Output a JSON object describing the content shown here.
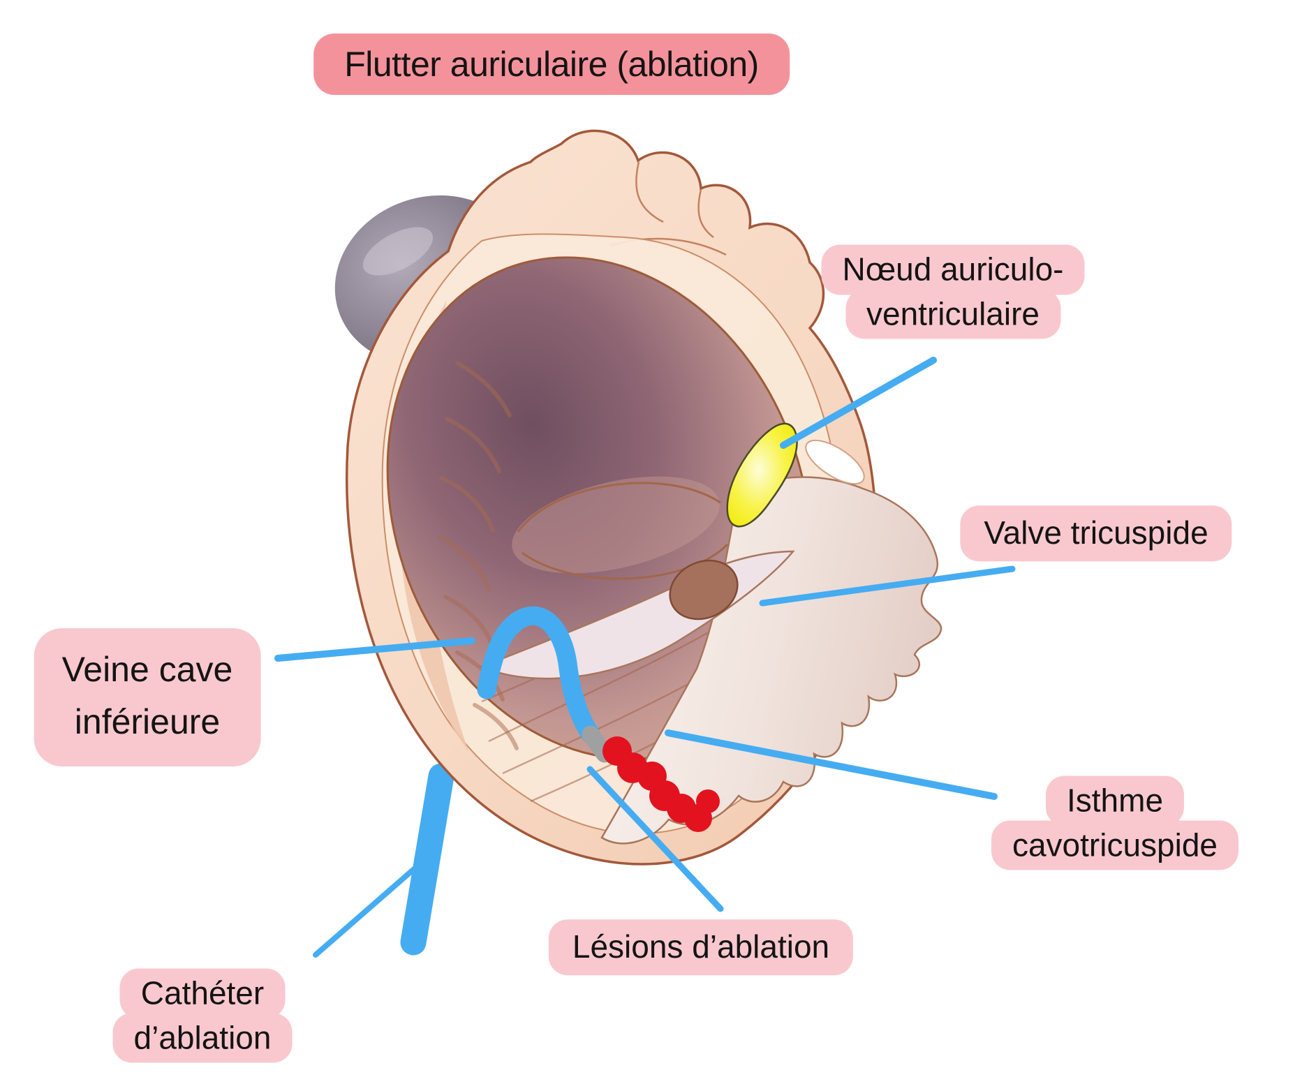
{
  "title": {
    "text": "Flutter auriculaire (ablation)"
  },
  "labels": {
    "av_node": {
      "line1": "Nœud auriculo-",
      "line2": "ventriculaire"
    },
    "tricuspid_valve": {
      "text": "Valve tricuspide"
    },
    "inferior_vena_cava": {
      "text": "Veine cave\ninférieure"
    },
    "cavotricuspid_isthmus": {
      "line1": "Isthme",
      "line2": "cavotricuspide"
    },
    "ablation_lesions": {
      "text": "Lésions d’ablation"
    },
    "ablation_catheter": {
      "line1": "Cathéter",
      "line2": "d’ablation"
    }
  },
  "colors": {
    "title_background": "#f4929b",
    "label_background": "#f9c8ce",
    "label_text": "#141414",
    "leader_line_blue": "#45acf1",
    "catheter_blue": "#45acf1",
    "catheter_tip_gray": "#9fa0a2",
    "ablation_lesion_red": "#e2121e",
    "av_node_yellow": "#f4ef0d",
    "heart_flesh": "#f7d9c4",
    "heart_outline": "#a3583a",
    "aorta_gray": "#8d8494",
    "canvas_background": "#ffffff"
  }
}
